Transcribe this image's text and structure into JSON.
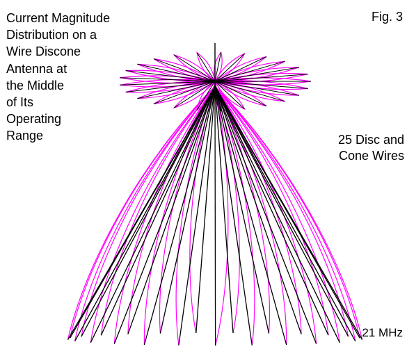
{
  "title": "Current Magnitude\nDistribution on a\nWire Discone\nAntenna at\nthe Middle\nof Its\nOperating\nRange",
  "figure_label": "Fig. 3",
  "wire_note": "25 Disc and\nCone Wires",
  "frequency": "21 MHz",
  "wire_count": 25,
  "colors": {
    "wire": "#000000",
    "current": "#ff00ff"
  }
}
